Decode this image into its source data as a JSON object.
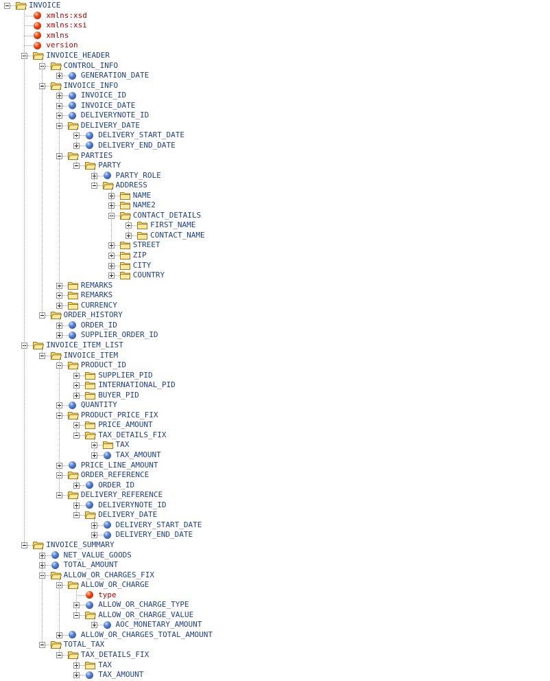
{
  "colors": {
    "element_text": "#1f3e8c",
    "attribute_text": "#b80000",
    "folder_fill": "#f7d769",
    "tree_line": "#a0a0a0"
  },
  "tree": {
    "name": "INVOICE",
    "type": "folder",
    "state": "open",
    "children": [
      {
        "name": "xmlns:xsd",
        "type": "attribute"
      },
      {
        "name": "xmlns:xsi",
        "type": "attribute"
      },
      {
        "name": "xmlns",
        "type": "attribute"
      },
      {
        "name": "version",
        "type": "attribute"
      },
      {
        "name": "INVOICE_HEADER",
        "type": "folder",
        "state": "open",
        "children": [
          {
            "name": "CONTROL_INFO",
            "type": "folder",
            "state": "open",
            "children": [
              {
                "name": "GENERATION_DATE",
                "type": "element",
                "state": "closed"
              }
            ]
          },
          {
            "name": "INVOICE_INFO",
            "type": "folder",
            "state": "open",
            "children": [
              {
                "name": "INVOICE_ID",
                "type": "element",
                "state": "closed"
              },
              {
                "name": "INVOICE_DATE",
                "type": "element",
                "state": "closed"
              },
              {
                "name": "DELIVERYNOTE_ID",
                "type": "element",
                "state": "closed"
              },
              {
                "name": "DELIVERY_DATE",
                "type": "folder",
                "state": "open",
                "children": [
                  {
                    "name": "DELIVERY_START_DATE",
                    "type": "element",
                    "state": "closed"
                  },
                  {
                    "name": "DELIVERY_END_DATE",
                    "type": "element",
                    "state": "closed"
                  }
                ]
              },
              {
                "name": "PARTIES",
                "type": "folder",
                "state": "open",
                "children": [
                  {
                    "name": "PARTY",
                    "type": "folder",
                    "state": "open",
                    "children": [
                      {
                        "name": "PARTY_ROLE",
                        "type": "element",
                        "state": "closed"
                      },
                      {
                        "name": "ADDRESS",
                        "type": "folder",
                        "state": "open",
                        "children": [
                          {
                            "name": "NAME",
                            "type": "folder",
                            "state": "closed"
                          },
                          {
                            "name": "NAME2",
                            "type": "folder",
                            "state": "closed"
                          },
                          {
                            "name": "CONTACT_DETAILS",
                            "type": "folder",
                            "state": "open",
                            "children": [
                              {
                                "name": "FIRST_NAME",
                                "type": "folder",
                                "state": "closed"
                              },
                              {
                                "name": "CONTACT_NAME",
                                "type": "folder",
                                "state": "closed"
                              }
                            ]
                          },
                          {
                            "name": "STREET",
                            "type": "folder",
                            "state": "closed"
                          },
                          {
                            "name": "ZIP",
                            "type": "folder",
                            "state": "closed"
                          },
                          {
                            "name": "CITY",
                            "type": "folder",
                            "state": "closed"
                          },
                          {
                            "name": "COUNTRY",
                            "type": "folder",
                            "state": "closed"
                          }
                        ]
                      }
                    ]
                  }
                ]
              },
              {
                "name": "REMARKS",
                "type": "folder",
                "state": "closed"
              },
              {
                "name": "REMARKS",
                "type": "folder",
                "state": "closed"
              },
              {
                "name": "CURRENCY",
                "type": "folder",
                "state": "closed"
              }
            ]
          },
          {
            "name": "ORDER_HISTORY",
            "type": "folder",
            "state": "open",
            "children": [
              {
                "name": "ORDER_ID",
                "type": "element",
                "state": "closed"
              },
              {
                "name": "SUPPLIER_ORDER_ID",
                "type": "element",
                "state": "closed"
              }
            ]
          }
        ]
      },
      {
        "name": "INVOICE_ITEM_LIST",
        "type": "folder",
        "state": "open",
        "children": [
          {
            "name": "INVOICE_ITEM",
            "type": "folder",
            "state": "open",
            "children": [
              {
                "name": "PRODUCT_ID",
                "type": "folder",
                "state": "open",
                "children": [
                  {
                    "name": "SUPPLIER_PID",
                    "type": "folder",
                    "state": "closed"
                  },
                  {
                    "name": "INTERNATIONAL_PID",
                    "type": "folder",
                    "state": "closed"
                  },
                  {
                    "name": "BUYER_PID",
                    "type": "folder",
                    "state": "closed"
                  }
                ]
              },
              {
                "name": "QUANTITY",
                "type": "element",
                "state": "closed"
              },
              {
                "name": "PRODUCT_PRICE_FIX",
                "type": "folder",
                "state": "open",
                "children": [
                  {
                    "name": "PRICE_AMOUNT",
                    "type": "folder",
                    "state": "closed"
                  },
                  {
                    "name": "TAX_DETAILS_FIX",
                    "type": "folder",
                    "state": "open",
                    "children": [
                      {
                        "name": "TAX",
                        "type": "folder",
                        "state": "closed"
                      },
                      {
                        "name": "TAX_AMOUNT",
                        "type": "element",
                        "state": "closed"
                      }
                    ]
                  }
                ]
              },
              {
                "name": "PRICE_LINE_AMOUNT",
                "type": "element",
                "state": "closed"
              },
              {
                "name": "ORDER_REFERENCE",
                "type": "folder",
                "state": "open",
                "children": [
                  {
                    "name": "ORDER_ID",
                    "type": "element",
                    "state": "closed"
                  }
                ]
              },
              {
                "name": "DELIVERY_REFERENCE",
                "type": "folder",
                "state": "open",
                "children": [
                  {
                    "name": "DELIVERYNOTE_ID",
                    "type": "element",
                    "state": "closed"
                  },
                  {
                    "name": "DELIVERY_DATE",
                    "type": "folder",
                    "state": "open",
                    "children": [
                      {
                        "name": "DELIVERY_START_DATE",
                        "type": "element",
                        "state": "closed"
                      },
                      {
                        "name": "DELIVERY_END_DATE",
                        "type": "element",
                        "state": "closed"
                      }
                    ]
                  }
                ]
              }
            ]
          }
        ]
      },
      {
        "name": "INVOICE_SUMMARY",
        "type": "folder",
        "state": "open",
        "children": [
          {
            "name": "NET_VALUE_GOODS",
            "type": "element",
            "state": "closed"
          },
          {
            "name": "TOTAL_AMOUNT",
            "type": "element",
            "state": "closed"
          },
          {
            "name": "ALLOW_OR_CHARGES_FIX",
            "type": "folder",
            "state": "open",
            "children": [
              {
                "name": "ALLOW_OR_CHARGE",
                "type": "folder",
                "state": "open",
                "children": [
                  {
                    "name": "type",
                    "type": "attribute"
                  },
                  {
                    "name": "ALLOW_OR_CHARGE_TYPE",
                    "type": "element",
                    "state": "closed"
                  },
                  {
                    "name": "ALLOW_OR_CHARGE_VALUE",
                    "type": "folder",
                    "state": "open",
                    "children": [
                      {
                        "name": "AOC_MONETARY_AMOUNT",
                        "type": "element",
                        "state": "closed"
                      }
                    ]
                  }
                ]
              },
              {
                "name": "ALLOW_OR_CHARGES_TOTAL_AMOUNT",
                "type": "element",
                "state": "closed"
              }
            ]
          },
          {
            "name": "TOTAL_TAX",
            "type": "folder",
            "state": "open",
            "children": [
              {
                "name": "TAX_DETAILS_FIX",
                "type": "folder",
                "state": "open",
                "children": [
                  {
                    "name": "TAX",
                    "type": "folder",
                    "state": "closed"
                  },
                  {
                    "name": "TAX_AMOUNT",
                    "type": "element",
                    "state": "closed"
                  }
                ]
              }
            ]
          }
        ]
      }
    ]
  }
}
